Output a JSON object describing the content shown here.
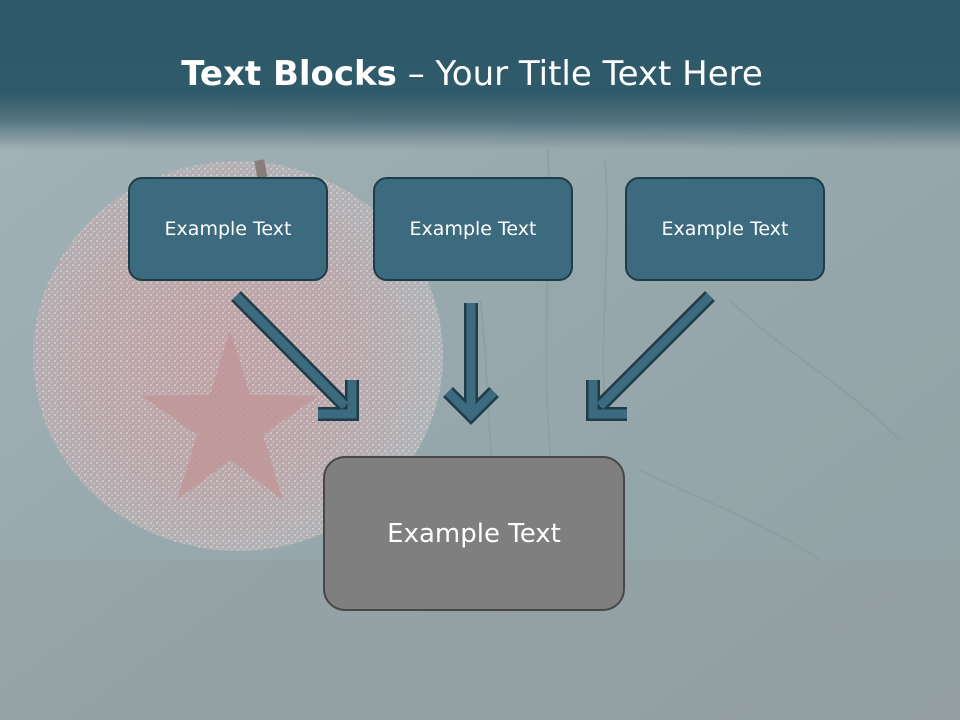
{
  "title": {
    "bold": "Text Blocks",
    "separator": " – ",
    "regular": "Your Title Text Here"
  },
  "boxes": {
    "left": "Example Text",
    "center": "Example Text",
    "right": "Example Text",
    "bottom": "Example Text"
  },
  "colors": {
    "header": "#2f5a6a",
    "box_top_fill": "#3c6a7e",
    "box_top_border": "#1f3c48",
    "box_bottom_fill": "#7f7f7f",
    "arrow": "#3a6375"
  },
  "background": {
    "image": "frosted red apple with star on wooden table"
  }
}
